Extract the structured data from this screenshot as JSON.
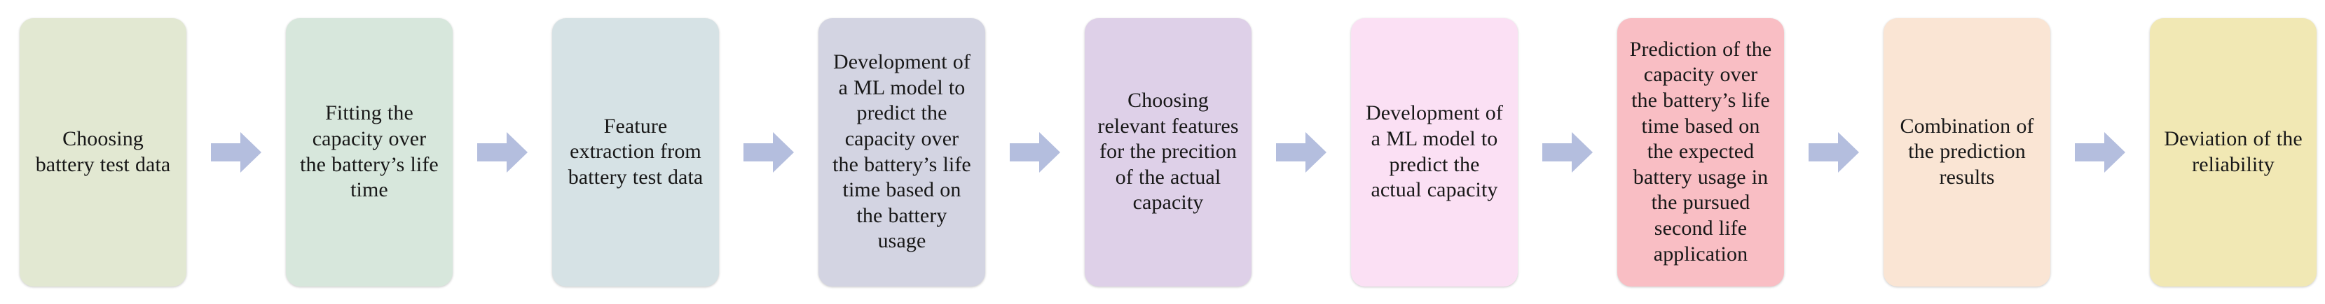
{
  "diagram": {
    "type": "linear-process-flowchart",
    "orientation": "horizontal",
    "background_color": "#ffffff",
    "arrow_color": "#b4bede",
    "arrow_icon_name": "right-block-arrow-icon",
    "text_color": "#181818",
    "step_count": 9,
    "steps": [
      {
        "index": 1,
        "label": "Choosing\nbattery test data",
        "fill": "#e2e8d2",
        "name": "choosing-battery-test-data"
      },
      {
        "index": 2,
        "label": "Fitting the\ncapacity over\nthe battery’s life\ntime",
        "fill": "#d7e7dc",
        "name": "fitting-capacity-over-lifetime"
      },
      {
        "index": 3,
        "label": "Feature\nextraction from\nbattery test data",
        "fill": "#d6e2e5",
        "name": "feature-extraction"
      },
      {
        "index": 4,
        "label": "Development of\na ML model to\npredict the\ncapacity over\nthe battery’s life\ntime based on\nthe battery\nusage",
        "fill": "#d3d4e2",
        "name": "ml-model-capacity-over-lifetime"
      },
      {
        "index": 5,
        "label": "Choosing\nrelevant features\nfor the precition\nof the actual\ncapacity",
        "fill": "#ded0e8",
        "name": "choosing-relevant-features"
      },
      {
        "index": 6,
        "label": "Development of\na ML model to\npredict the\nactual capacity",
        "fill": "#fbe0f4",
        "name": "ml-model-actual-capacity"
      },
      {
        "index": 7,
        "label": "Prediction of the\ncapacity over\nthe battery’s life\ntime based on\nthe expected\nbattery usage in\nthe pursued\nsecond life\napplication",
        "fill": "#f9bec4",
        "name": "prediction-second-life-application"
      },
      {
        "index": 8,
        "label": "Combination of\nthe prediction\nresults",
        "fill": "#fae5d4",
        "name": "combination-of-prediction-results"
      },
      {
        "index": 9,
        "label": "Deviation of the\nreliability",
        "fill": "#f1e8b4",
        "name": "deviation-of-the-reliability"
      }
    ],
    "connectors": [
      {
        "index": 1,
        "from": 1,
        "to": 2,
        "name": "arrow-1-to-2"
      },
      {
        "index": 2,
        "from": 2,
        "to": 3,
        "name": "arrow-2-to-3"
      },
      {
        "index": 3,
        "from": 3,
        "to": 4,
        "name": "arrow-3-to-4"
      },
      {
        "index": 4,
        "from": 4,
        "to": 5,
        "name": "arrow-4-to-5"
      },
      {
        "index": 5,
        "from": 5,
        "to": 6,
        "name": "arrow-5-to-6"
      },
      {
        "index": 6,
        "from": 6,
        "to": 7,
        "name": "arrow-6-to-7"
      },
      {
        "index": 7,
        "from": 7,
        "to": 8,
        "name": "arrow-7-to-8"
      },
      {
        "index": 8,
        "from": 8,
        "to": 9,
        "name": "arrow-8-to-9"
      }
    ]
  }
}
